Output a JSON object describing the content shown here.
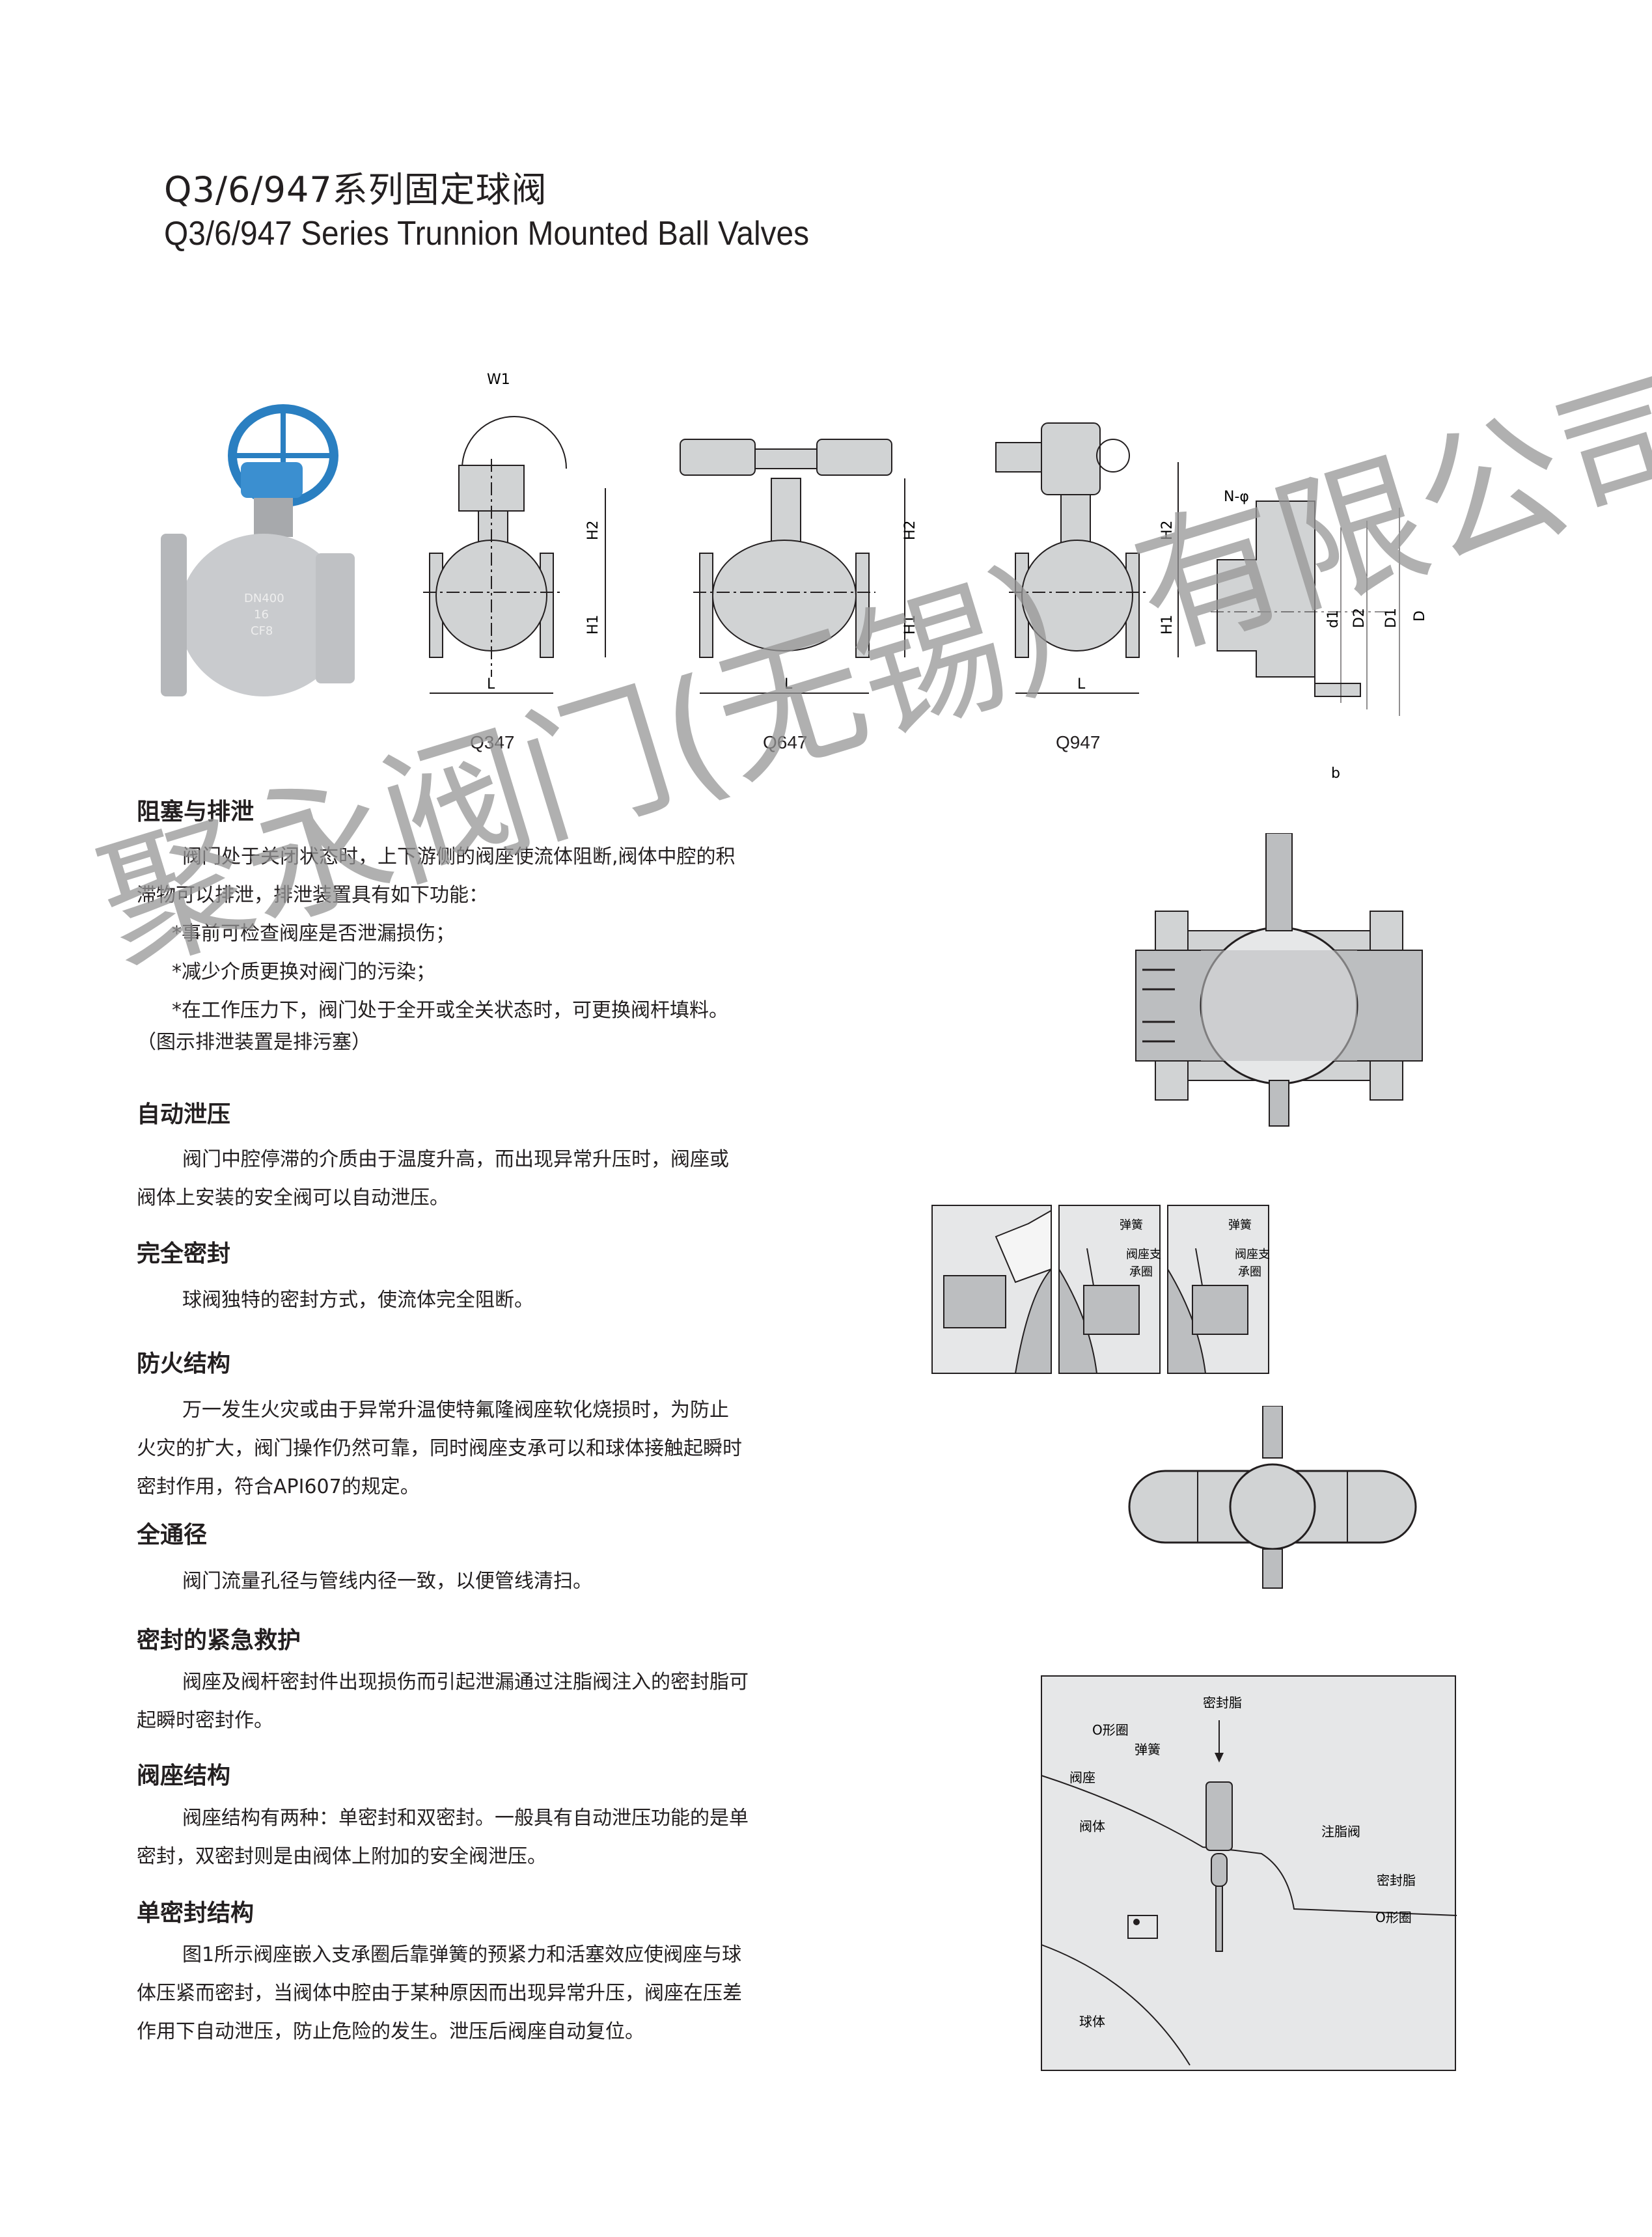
{
  "title": {
    "cn": "Q3/6/947系列固定球阀",
    "en": "Q3/6/947 Series Trunnion Mounted Ball Valves"
  },
  "product_photo": {
    "body_marks": [
      "DN400",
      "16",
      "CF8"
    ]
  },
  "drawings": {
    "models": [
      "Q347",
      "Q647",
      "Q947"
    ],
    "dimension_labels": {
      "w1": "W1",
      "h1": "H1",
      "h2": "H2",
      "l": "L",
      "n_phi": "N-φ",
      "d1": "d1",
      "d2": "D2",
      "D1": "D1",
      "D": "D",
      "b": "b"
    }
  },
  "sections": [
    {
      "heading": "阻塞与排泄",
      "lines": [
        "阀门处于关闭状态时，上下游侧的阀座使流体阻断,阀体中腔的积",
        "滞物可以排泄，排泄装置具有如下功能：",
        "*事前可检查阀座是否泄漏损伤；",
        "*减少介质更换对阀门的污染；",
        "*在工作压力下，阀门处于全开或全关状态时，可更换阀杆填料。",
        "（图示排泄装置是排污塞）"
      ]
    },
    {
      "heading": "自动泄压",
      "lines": [
        "阀门中腔停滞的介质由于温度升高，而出现异常升压时，阀座或",
        "阀体上安装的安全阀可以自动泄压。"
      ]
    },
    {
      "heading": "完全密封",
      "lines": [
        "球阀独特的密封方式，使流体完全阻断。"
      ]
    },
    {
      "heading": "防火结构",
      "lines": [
        "万一发生火灾或由于异常升温使特氟隆阀座软化烧损时，为防止",
        "火灾的扩大，阀门操作仍然可靠，同时阀座支承可以和球体接触起瞬时",
        "密封作用，符合API607的规定。"
      ]
    },
    {
      "heading": "全通径",
      "lines": [
        "阀门流量孔径与管线内径一致，以便管线清扫。"
      ]
    },
    {
      "heading": "密封的紧急救护",
      "lines": [
        "阀座及阀杆密封件出现损伤而引起泄漏通过注脂阀注入的密封脂可",
        "起瞬时密封作。"
      ]
    },
    {
      "heading": "阀座结构",
      "lines": [
        "阀座结构有两种：单密封和双密封。一般具有自动泄压功能的是单",
        "密封，双密封则是由阀体上附加的安全阀泄压。"
      ]
    },
    {
      "heading": "单密封结构",
      "lines": [
        "图1所示阀座嵌入支承圈后靠弹簧的预紧力和活塞效应使阀座与球",
        "体压紧而密封，当阀体中腔由于某种原因而出现异常升压，阀座在压差",
        "作用下自动泄压，防止危险的发生。泄压后阀座自动复位。"
      ]
    }
  ],
  "seal_panels": {
    "spring": "弹簧",
    "seat_support_1": "阀座支",
    "seat_support_2": "承圈"
  },
  "grease_diagram": {
    "sealant_top": "密封脂",
    "o_ring_left": "O形圈",
    "spring": "弹簧",
    "seat": "阀座",
    "body": "阀体",
    "injector": "注脂阀",
    "sealant_right": "密封脂",
    "o_ring_right": "O形圈",
    "ball": "球体"
  },
  "watermark": "聚永阀门(无锡）有限公司",
  "colors": {
    "text": "#231f20",
    "fill": "#e6e7e8",
    "mid": "#bcbec0",
    "blue": "#2a7fc1"
  }
}
